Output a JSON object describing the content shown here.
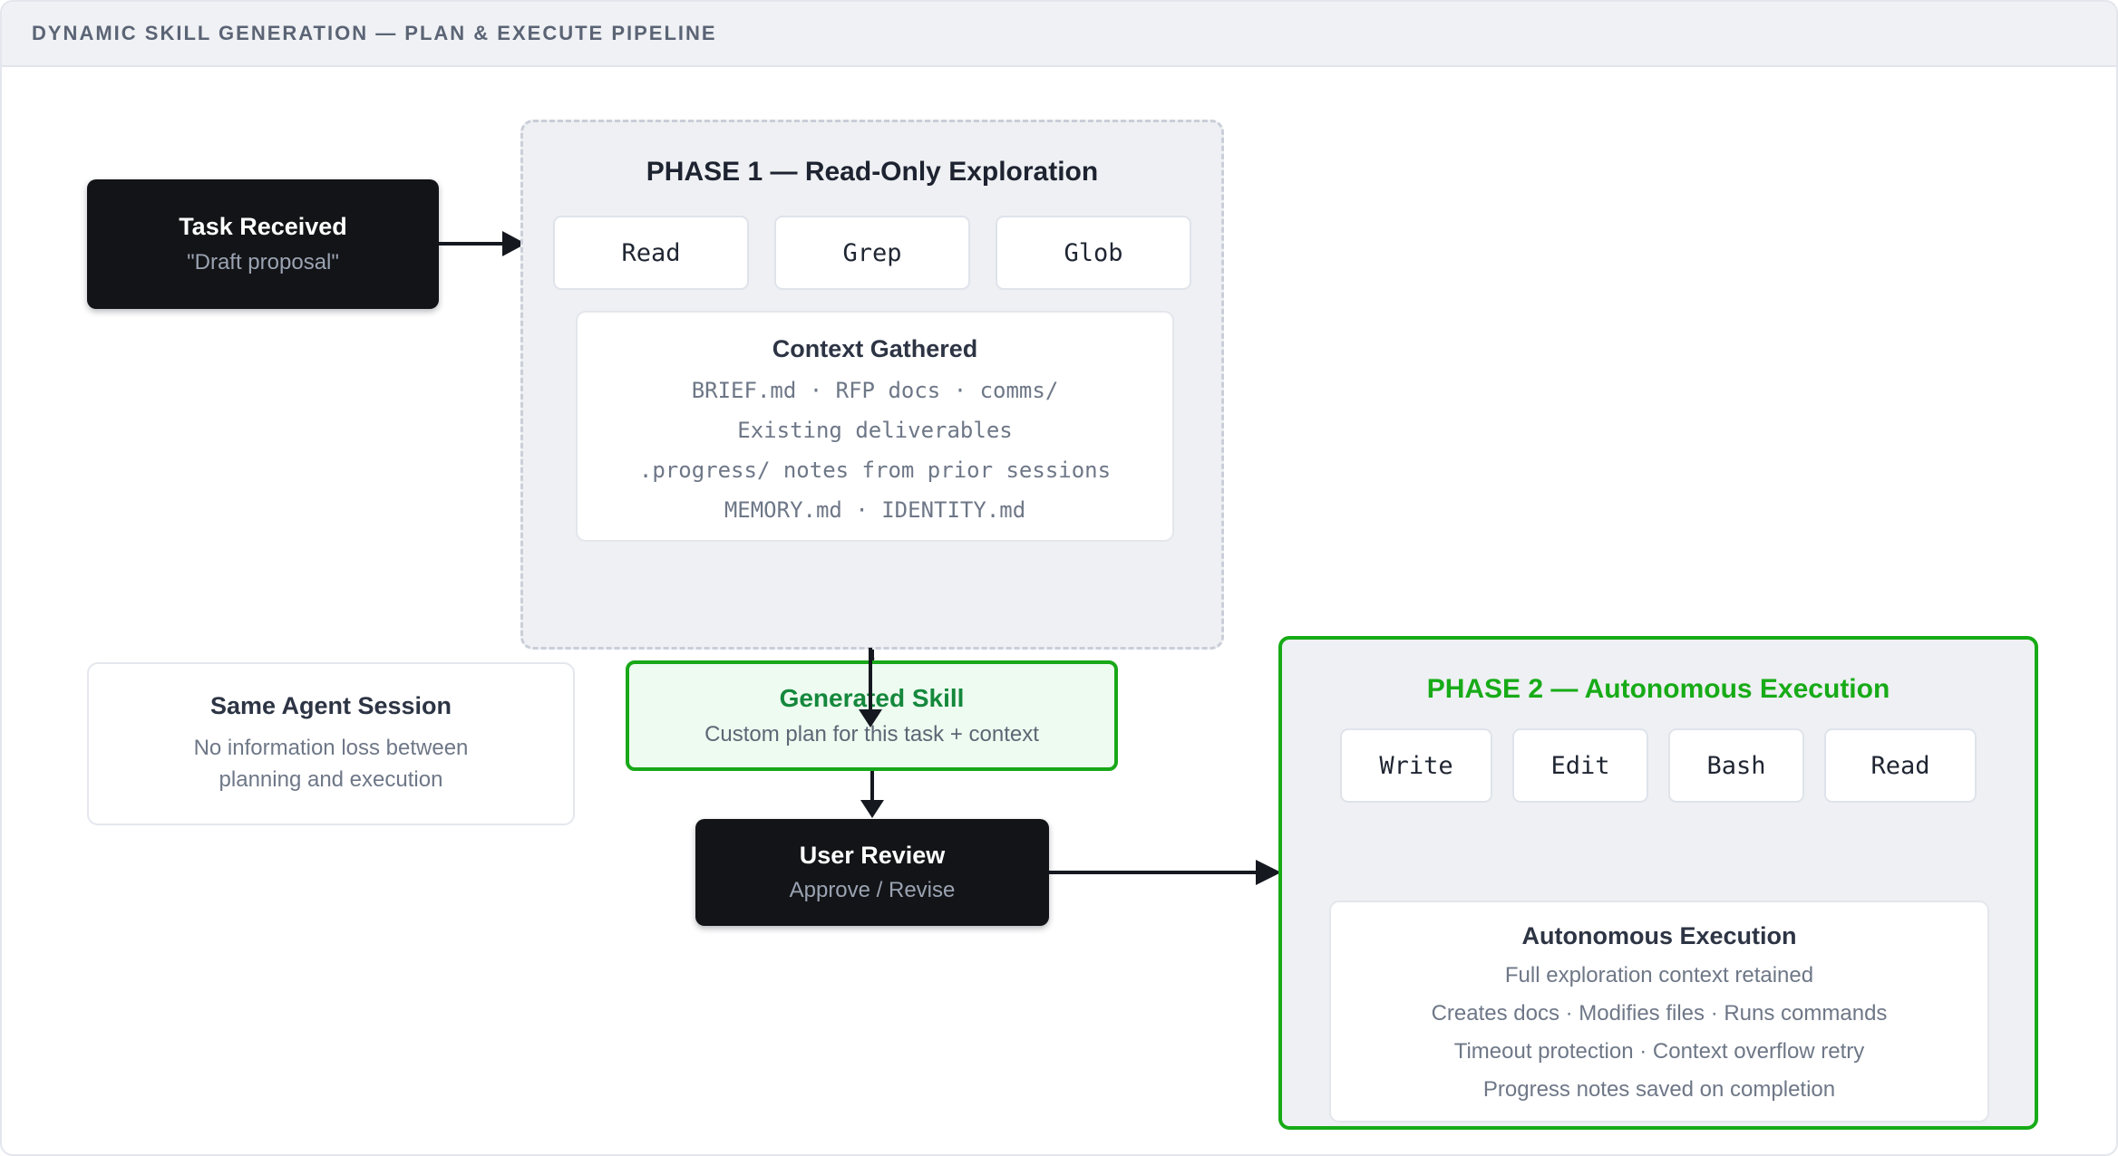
{
  "header": {
    "title": "DYNAMIC SKILL GENERATION — PLAN & EXECUTE PIPELINE"
  },
  "colors": {
    "accent_green": "#17ab17",
    "generated_skill_green": "#14883c",
    "dark_node": "#131417",
    "panel_bg": "#eef0f3",
    "header_bg": "#eff1f4"
  },
  "nodes": {
    "task_received": {
      "title": "Task Received",
      "subtitle": "\"Draft proposal\""
    },
    "same_agent_session": {
      "title": "Same Agent Session",
      "subtitle_line1": "No information loss between",
      "subtitle_line2": "planning and execution"
    },
    "generated_skill": {
      "title": "Generated Skill",
      "subtitle": "Custom plan for this task + context"
    },
    "user_review": {
      "title": "User Review",
      "subtitle": "Approve / Revise"
    }
  },
  "phase1": {
    "title": "PHASE 1 — Read-Only Exploration",
    "tools": [
      "Read",
      "Grep",
      "Glob"
    ],
    "context_card": {
      "title": "Context Gathered",
      "lines": [
        "BRIEF.md · RFP docs · comms/",
        "Existing deliverables",
        ".progress/ notes from prior sessions",
        "MEMORY.md · IDENTITY.md"
      ]
    }
  },
  "phase2": {
    "title": "PHASE 2 — Autonomous Execution",
    "tools": [
      "Write",
      "Edit",
      "Bash",
      "Read"
    ],
    "exec_card": {
      "title": "Autonomous Execution",
      "lines": [
        "Full exploration context retained",
        "Creates docs · Modifies files · Runs commands",
        "Timeout protection · Context overflow retry",
        "Progress notes saved on completion"
      ]
    }
  }
}
